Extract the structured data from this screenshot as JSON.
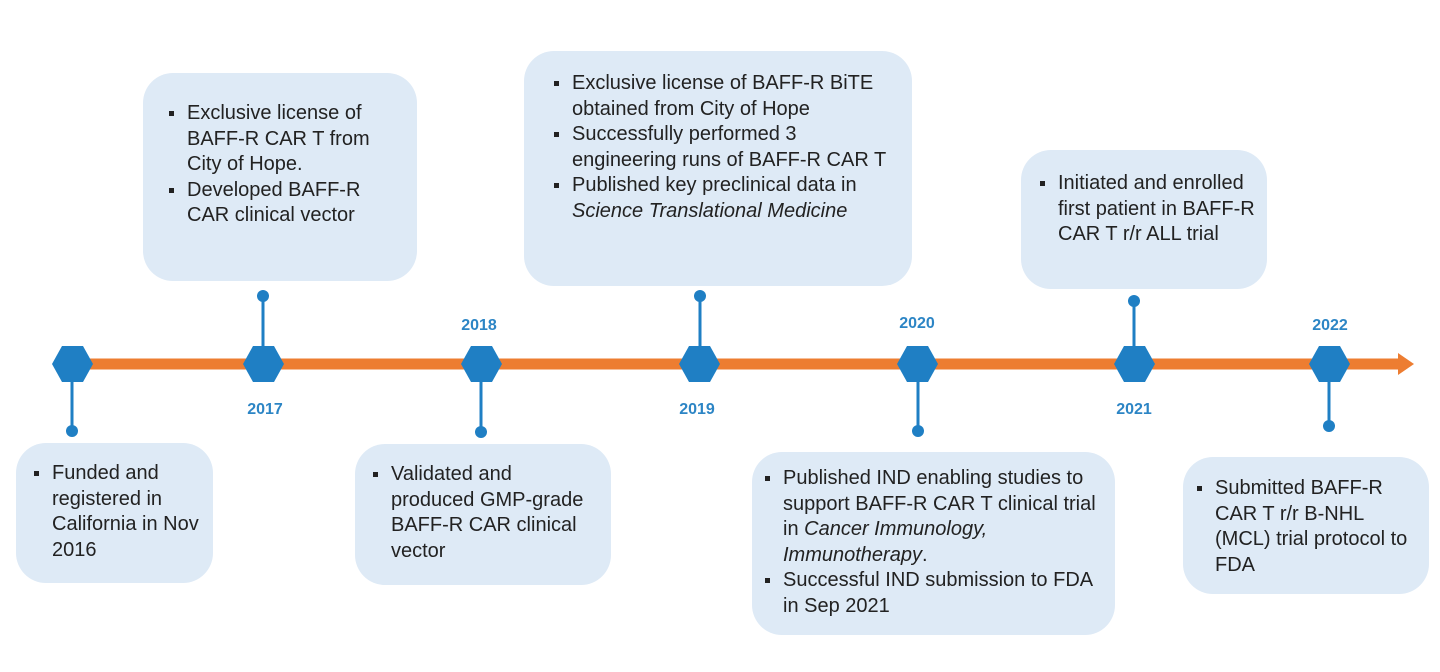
{
  "colors": {
    "axis": "#ed7d31",
    "marker": "#1f7fc4",
    "year_text": "#2c85c5",
    "box_fill": "#deeaf6",
    "text": "#222222"
  },
  "years": {
    "y2017": "2017",
    "y2018": "2018",
    "y2019": "2019",
    "y2020": "2020",
    "y2021": "2021",
    "y2022": "2022"
  },
  "milestones": {
    "m2016": {
      "b1": "Funded and registered in California  in Nov 2016"
    },
    "m2017": {
      "b1": "Exclusive license of BAFF-R CAR T from City of Hope.",
      "b2": "Developed BAFF-R CAR clinical vector"
    },
    "m2018": {
      "b1": "Validated and produced GMP-grade BAFF-R CAR clinical vector"
    },
    "m2019": {
      "b1": "Exclusive license of BAFF-R BiTE obtained from City of Hope",
      "b2": "Successfully performed 3 engineering runs of BAFF-R CAR T",
      "b3_pre": "Published key preclinical data in ",
      "b3_journal": "Science Translational Medicine"
    },
    "m2020": {
      "b1_pre": "Published IND enabling studies to support BAFF-R CAR T clinical trial in ",
      "b1_journal": "Cancer Immunology, Immunotherapy",
      "b1_post": ".",
      "b2": "Successful IND submission to FDA in Sep 2021"
    },
    "m2021": {
      "b1": "Initiated and enrolled first patient in BAFF-R CAR T r/r ALL trial"
    },
    "m2022": {
      "b1": "Submitted BAFF-R CAR T r/r B-NHL (MCL) trial protocol to FDA"
    }
  }
}
